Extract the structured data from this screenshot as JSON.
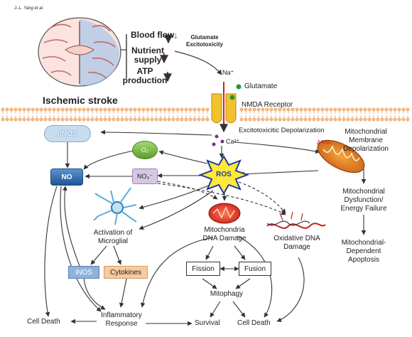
{
  "header": {
    "author": "J.-L. Yang et al."
  },
  "brain": {
    "blood_flow": "Blood flow",
    "nutrient": "Nutrient",
    "supply": "supply",
    "atp": "ATP",
    "production": "production",
    "down_arrow": "↓"
  },
  "top": {
    "glutamate_excito_1": "Glutamate",
    "glutamate_excito_2": "Excitotoxicity",
    "na": "Na⁺",
    "glutamate": "Glutamate",
    "nmda": "NMDA Receptor",
    "ischemic_stroke": "Ischemic stroke",
    "excito_depol": "Excitotoxicitic Depolarization",
    "ca": "Ca²⁺"
  },
  "nodes": {
    "nnos": "nNOS",
    "o2": "O₂",
    "no": "NO",
    "no3": "NO₃⁻",
    "ros": "ROS",
    "delta_psi": "ΔΨm↓"
  },
  "mito_path": {
    "membrane_1": "Mitochondrial",
    "membrane_2": "Membrane",
    "membrane_3": "Depolarization",
    "dysfunction_1": "Mitochondrial",
    "dysfunction_2": "Dysfunction/",
    "dysfunction_3": "Energy Failure",
    "apoptosis_1": "Mitochondrial-",
    "apoptosis_2": "Dependent",
    "apoptosis_3": "Apoptosis"
  },
  "middle": {
    "activation_1": "Activation of",
    "activation_2": "Microglial",
    "mito_dna_1": "Mitochondria",
    "mito_dna_2": "DNA Damage",
    "oxid_dna_1": "Oxidative DNA",
    "oxid_dna_2": "Damage",
    "inos": "iNOS",
    "cytokines": "Cytokines",
    "fission": "Fission",
    "fusion": "Fusion",
    "mitophagy": "Mitophagy"
  },
  "bottom": {
    "cell_death_left": "Cell Death",
    "inflammatory_1": "Inflammatory",
    "inflammatory_2": "Response",
    "survival": "Survival",
    "cell_death_mid": "Cell Death"
  },
  "colors": {
    "membrane": "#f0b887",
    "nnos": "#c6dcef",
    "no": "#2f6fb0",
    "o2": "#7cc04a",
    "no3": "#d6c7e6",
    "ros": "#ffe83a",
    "ros_edge": "#1c3e99",
    "inos": "#8fb2db",
    "cytokines": "#f7caa0",
    "receptor": "#f2c12e",
    "arrow_red": "#d42020",
    "glutamate_dot": "#1f9a35",
    "ca_dot": "#7a2d8e"
  }
}
